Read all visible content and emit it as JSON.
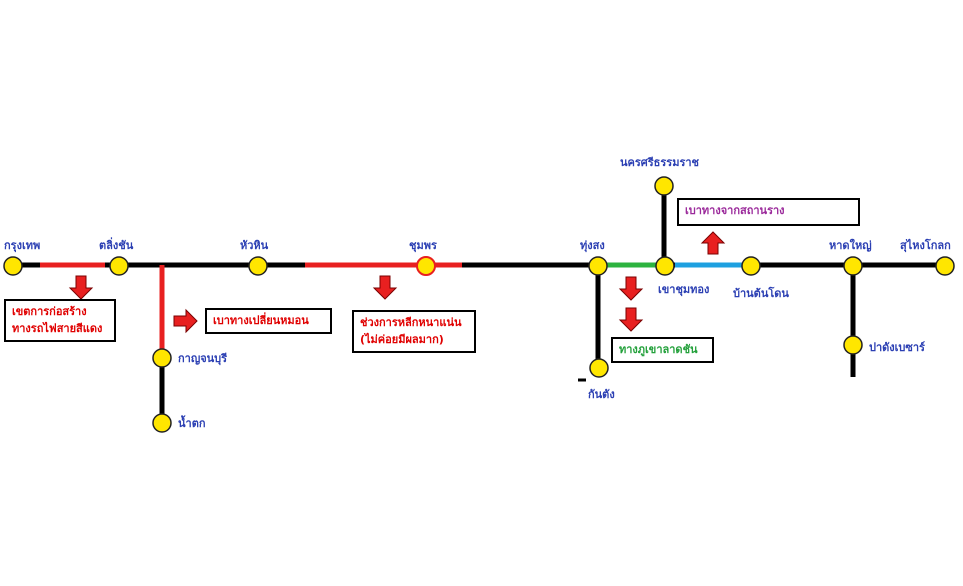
{
  "colors": {
    "track": "#000000",
    "red_line": "#e82020",
    "green_line": "#2db33f",
    "blue_line": "#1ea0e0",
    "station_fill": "#ffe600",
    "label_text": "#2b3fb3",
    "arrow": "#e82020",
    "note_red": "#e00000",
    "note_green": "#22a03a",
    "note_purple": "#9b2a9b"
  },
  "stations": {
    "bangkok": "กรุงเทพ",
    "taling_chan": "ตลิ่งชัน",
    "kanchanaburi": "กาญจนบุรี",
    "nam_tok": "น้ำตก",
    "hua_hin": "หัวหิน",
    "chumphon": "ชุมพร",
    "thung_song": "ทุ่งสง",
    "kantang": "กันตัง",
    "nakhon_si_thammarat": "นครศรีธรรมราช",
    "khao_chum_thong": "เขาชุมทอง",
    "ban_ton_don": "บ้านต้นโดน",
    "hat_yai": "หาดใหญ่",
    "su_ngai_kolok": "สุไหงโกลก",
    "padang_besar": "ปาดังเบซาร์"
  },
  "notes": {
    "construction_line1": "เขตการก่อสร้าง",
    "construction_line2": "ทางรถไฟสายสีแดง",
    "mist_route": "เบาทางเปลี่ยนหมอน",
    "avoid_line1": "ช่วงการหลีกหนาแน่น",
    "avoid_line2": "(ไม่ค่อยมีผลมาก)",
    "khao_luang_route": "ทางภูเขาลาดชัน",
    "station_relief": "เบาทางจากสถานราง"
  },
  "icons": {
    "arrow_down": "arrow-down-icon",
    "arrow_right": "arrow-right-icon",
    "arrow_up": "arrow-up-icon"
  }
}
